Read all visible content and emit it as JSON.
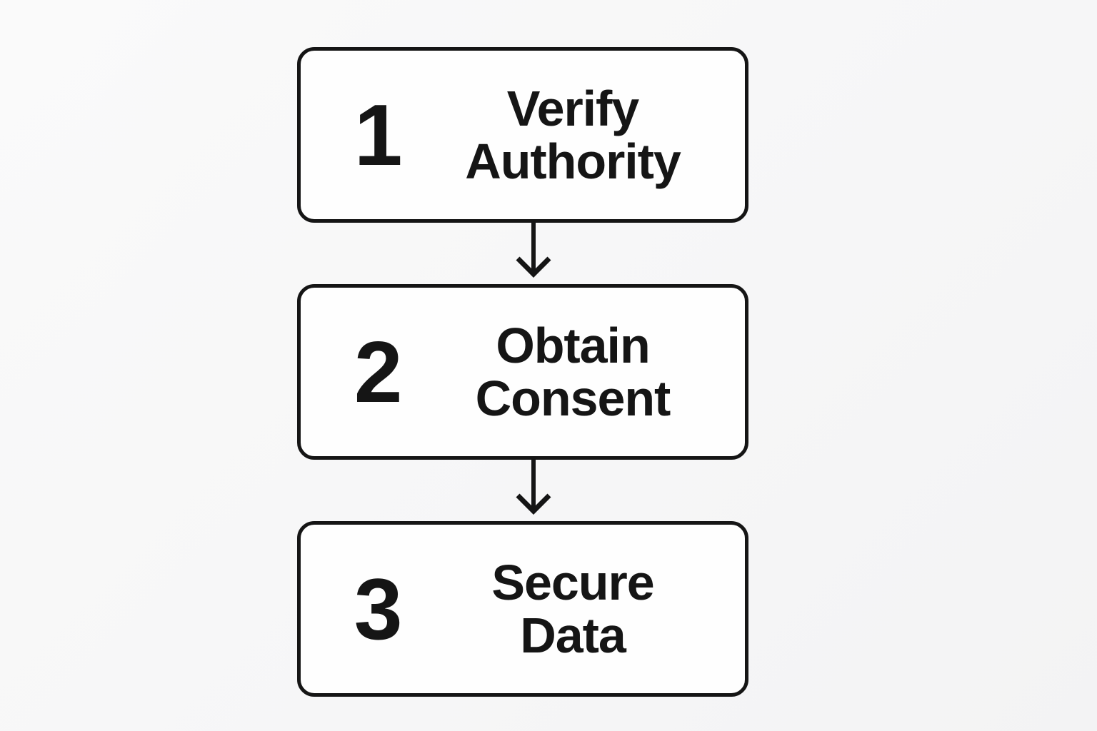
{
  "diagram": {
    "type": "vertical-flowchart",
    "steps": [
      {
        "number": "1",
        "line1": "Verify",
        "line2": "Authority"
      },
      {
        "number": "2",
        "line1": "Obtain",
        "line2": "Consent"
      },
      {
        "number": "3",
        "line1": "Secure",
        "line2": "Data"
      }
    ],
    "connectors": [
      {
        "from": "1",
        "to": "2",
        "style": "down-arrow"
      },
      {
        "from": "2",
        "to": "3",
        "style": "down-arrow"
      }
    ],
    "colors": {
      "page_background": "#f7f7f8",
      "box_fill": "#fefefe",
      "box_border": "#151515",
      "text": "#151515",
      "arrow": "#151515"
    }
  }
}
